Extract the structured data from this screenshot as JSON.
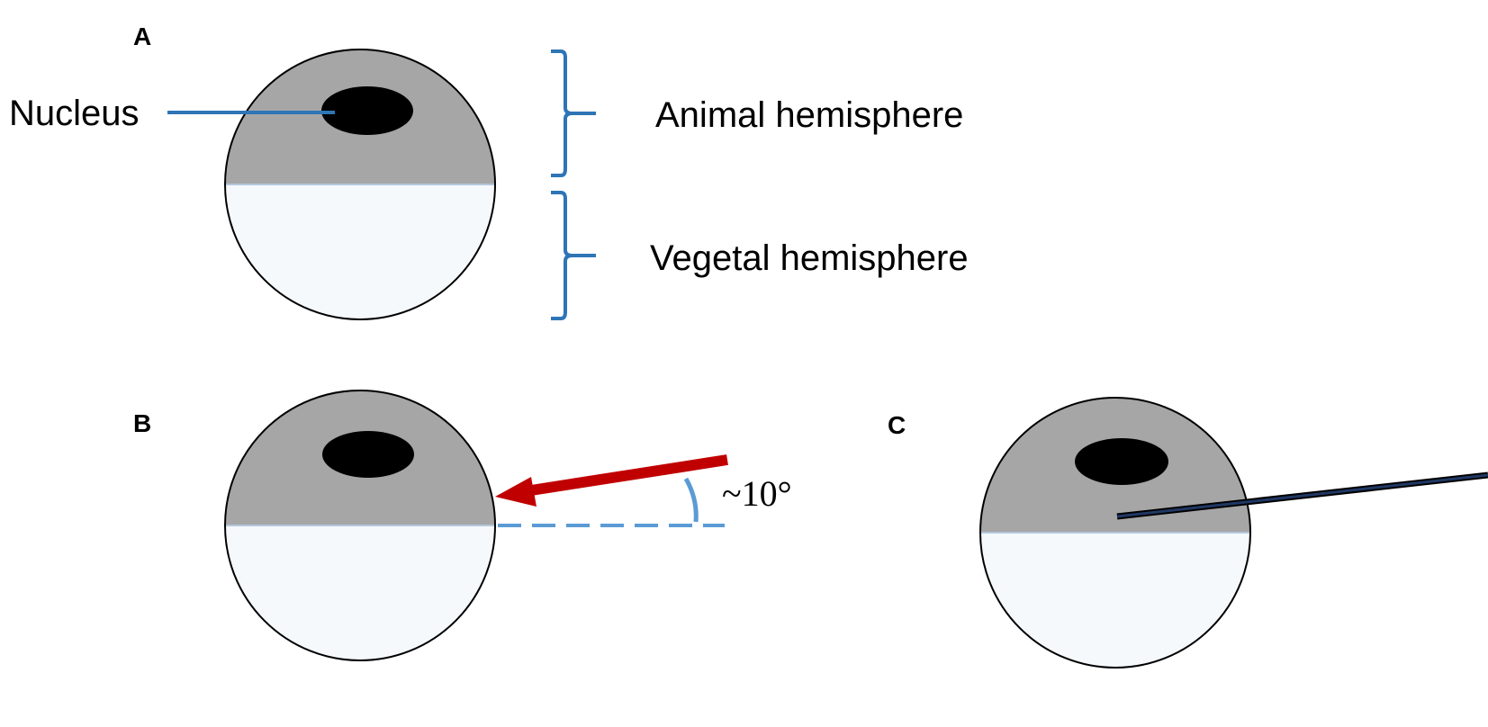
{
  "panels": {
    "a": {
      "letter": "A"
    },
    "b": {
      "letter": "B"
    },
    "c": {
      "letter": "C"
    }
  },
  "labels": {
    "nucleus": "Nucleus",
    "animal_hemisphere": "Animal hemisphere",
    "vegetal_hemisphere": "Vegetal hemisphere",
    "angle": "~10°"
  },
  "colors": {
    "animal_pole": "#a6a6a6",
    "vegetal_pole": "#f5f9fc",
    "nucleus": "#000000",
    "bracket_and_leader": "#2e75b6",
    "injection_arrow": "#c00000",
    "angle_guide": "#5b9bd5",
    "needle": "#1f3864"
  },
  "icons": {
    "panel_b_arrow": "injection-direction-arrow",
    "panel_c_needle": "injection-needle"
  }
}
